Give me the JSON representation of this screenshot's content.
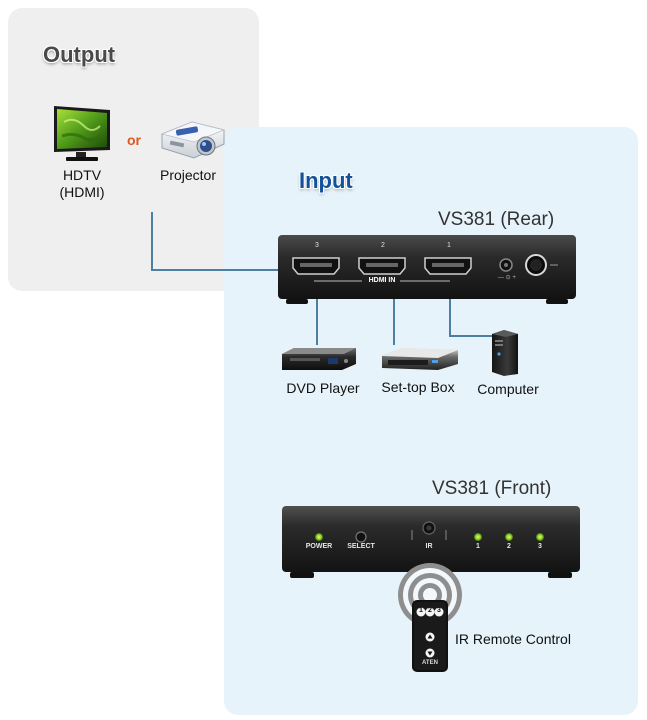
{
  "output": {
    "title": "Output",
    "or_label": "or",
    "hdtv_label_line1": "HDTV",
    "hdtv_label_line2": "(HDMI)",
    "projector_label": "Projector"
  },
  "input": {
    "title": "Input",
    "rear_heading": "VS381 (Rear)",
    "front_heading": "VS381 (Front)",
    "rear_ports": [
      "3",
      "2",
      "1"
    ],
    "rear_port_label": "HDMI IN",
    "dvd_label": "DVD Player",
    "settop_label": "Set-top Box",
    "computer_label": "Computer",
    "front_labels": {
      "power": "POWER",
      "select": "SELECT",
      "ir": "IR",
      "led1": "1",
      "led2": "2",
      "led3": "3"
    },
    "remote_label": "IR Remote Control",
    "remote_buttons": [
      "1",
      "2",
      "3"
    ],
    "remote_brand": "ATEN"
  },
  "colors": {
    "connector_line": "#4d7fa3",
    "led_green": "#8fd12a",
    "or_text": "#e2561b",
    "input_title": "#12529a"
  }
}
